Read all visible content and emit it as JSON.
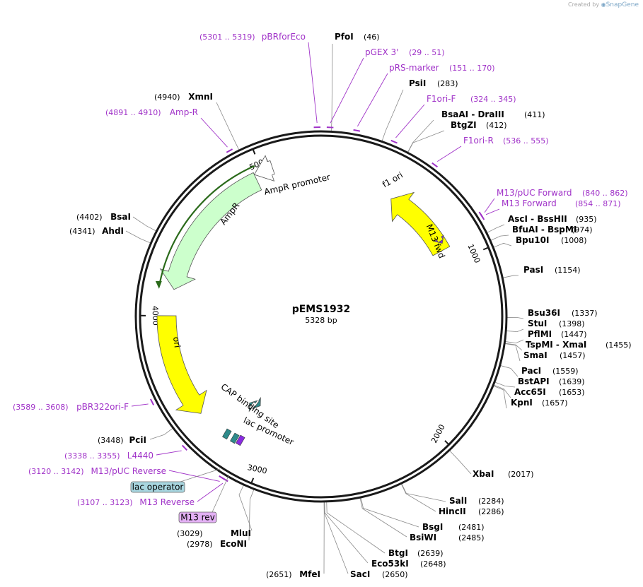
{
  "credit": {
    "prefix": "Created by",
    "brand": "SnapGene"
  },
  "plasmid": {
    "name": "pEMS1932",
    "length": 5328,
    "length_label": "5328 bp"
  },
  "colors": {
    "primer": "#a032c8",
    "backbone": "#1a1a1a",
    "f1ori": "#ffff00",
    "ori": "#ffff00",
    "ampr": "#ccffcc",
    "amprpromoter": "#ffffff",
    "cap": "#2e8b8b",
    "lac": "#2e8b8b",
    "m13": "#8a2be2",
    "primer_box": "#e3b0f4",
    "lac_op_box": "#a8d6e0"
  },
  "ticks": [
    {
      "pos": 1000,
      "label": "1000"
    },
    {
      "pos": 2000,
      "label": "2000"
    },
    {
      "pos": 3000,
      "label": "3000"
    },
    {
      "pos": 4000,
      "label": "4000"
    },
    {
      "pos": 5000,
      "label": "5000"
    }
  ],
  "features": [
    {
      "id": "f1ori",
      "label": "f1 ori",
      "start": 454,
      "end": 909,
      "dir": -1,
      "color": "#ffff00",
      "label_inside": true
    },
    {
      "id": "ampr",
      "label": "AmpR",
      "start": 4150,
      "end": 4955,
      "dir": -1,
      "color": "#ccffcc",
      "label_inside": true
    },
    {
      "id": "amprpromoter",
      "label": "AmpR promoter",
      "start": 4955,
      "end": 5060,
      "dir": -1,
      "color": "#ffffff",
      "label_inside": true
    },
    {
      "id": "ori",
      "label": "ori",
      "start": 3420,
      "end": 4000,
      "dir": -1,
      "color": "#ffff00",
      "label_inside": true
    },
    {
      "id": "m13fwd",
      "label": "M13 fwd",
      "start": 854,
      "end": 871,
      "dir": 1,
      "color": "#8a2be2",
      "label_inside": true
    },
    {
      "id": "cap",
      "label": "CAP binding site",
      "start": 3230,
      "end": 3250,
      "dir": 1,
      "color": "#2e8b8b",
      "label_inside": true
    },
    {
      "id": "lacpromoter",
      "label": "lac promoter",
      "start": 3170,
      "end": 3200,
      "dir": -1,
      "color": "#2e8b8b",
      "label_inside": true
    }
  ],
  "enzymes": [
    {
      "name": "PfoI",
      "pos": 46,
      "pos_label": "(46)"
    },
    {
      "name": "PsiI",
      "pos": 283,
      "pos_label": "(283)"
    },
    {
      "name": "BsaAI - DraIII",
      "pos": 411,
      "pos_label": "(411)"
    },
    {
      "name": "BtgZI",
      "pos": 412,
      "pos_label": "(412)"
    },
    {
      "name": "AscI - BssHII",
      "pos": 935,
      "pos_label": "(935)"
    },
    {
      "name": "BfuAI - BspMI",
      "pos": 974,
      "pos_label": "(974)"
    },
    {
      "name": "Bpu10I",
      "pos": 1008,
      "pos_label": "(1008)"
    },
    {
      "name": "PasI",
      "pos": 1154,
      "pos_label": "(1154)"
    },
    {
      "name": "Bsu36I",
      "pos": 1337,
      "pos_label": "(1337)"
    },
    {
      "name": "StuI",
      "pos": 1398,
      "pos_label": "(1398)"
    },
    {
      "name": "PflMI",
      "pos": 1447,
      "pos_label": "(1447)"
    },
    {
      "name": "TspMI - XmaI",
      "pos": 1455,
      "pos_label": "(1455)"
    },
    {
      "name": "SmaI",
      "pos": 1457,
      "pos_label": "(1457)"
    },
    {
      "name": "PacI",
      "pos": 1559,
      "pos_label": "(1559)"
    },
    {
      "name": "BstAPI",
      "pos": 1639,
      "pos_label": "(1639)"
    },
    {
      "name": "Acc65I",
      "pos": 1653,
      "pos_label": "(1653)"
    },
    {
      "name": "KpnI",
      "pos": 1657,
      "pos_label": "(1657)"
    },
    {
      "name": "XbaI",
      "pos": 2017,
      "pos_label": "(2017)"
    },
    {
      "name": "SalI",
      "pos": 2284,
      "pos_label": "(2284)"
    },
    {
      "name": "HincII",
      "pos": 2286,
      "pos_label": "(2286)"
    },
    {
      "name": "BsgI",
      "pos": 2481,
      "pos_label": "(2481)"
    },
    {
      "name": "BsiWI",
      "pos": 2485,
      "pos_label": "(2485)"
    },
    {
      "name": "BtgI",
      "pos": 2639,
      "pos_label": "(2639)"
    },
    {
      "name": "Eco53kI",
      "pos": 2648,
      "pos_label": "(2648)"
    },
    {
      "name": "SacI",
      "pos": 2650,
      "pos_label": "(2650)"
    },
    {
      "name": "MfeI",
      "pos": 2651,
      "pos_label": "(2651)"
    },
    {
      "name": "EcoNI",
      "pos": 2978,
      "pos_label": "(2978)"
    },
    {
      "name": "MluI",
      "pos": 3029,
      "pos_label": "(3029)"
    },
    {
      "name": "PciI",
      "pos": 3448,
      "pos_label": "(3448)"
    },
    {
      "name": "AhdI",
      "pos": 4341,
      "pos_label": "(4341)"
    },
    {
      "name": "BsaI",
      "pos": 4402,
      "pos_label": "(4402)"
    },
    {
      "name": "XmnI",
      "pos": 4940,
      "pos_label": "(4940)"
    }
  ],
  "primers": [
    {
      "name": "pBRforEco",
      "range": "(5301 .. 5319)",
      "pos": 5310
    },
    {
      "name": "pGEX 3'",
      "range": "(29 .. 51)",
      "pos": 40
    },
    {
      "name": "pRS-marker",
      "range": "(151 .. 170)",
      "pos": 160
    },
    {
      "name": "F1ori-F",
      "range": "(324 .. 345)",
      "pos": 335
    },
    {
      "name": "F1ori-R",
      "range": "(536 .. 555)",
      "pos": 545
    },
    {
      "name": "M13/pUC Forward",
      "range": "(840 .. 862)",
      "pos": 851
    },
    {
      "name": "M13 Forward",
      "range": "(854 .. 871)",
      "pos": 862
    },
    {
      "name": "Amp-R",
      "range": "(4891 .. 4910)",
      "pos": 4900
    },
    {
      "name": "pBR322ori-F",
      "range": "(3589 .. 3608)",
      "pos": 3598
    },
    {
      "name": "L4440",
      "range": "(3338 .. 3355)",
      "pos": 3346
    },
    {
      "name": "M13/pUC Reverse",
      "range": "(3120 .. 3142)",
      "pos": 3131
    },
    {
      "name": "M13 Reverse",
      "range": "(3107 .. 3123)",
      "pos": 3115
    }
  ],
  "boxes": [
    {
      "name": "lac operator",
      "pos": 3160,
      "fill": "#a8d6e0"
    },
    {
      "name": "M13 rev",
      "pos": 3110,
      "fill": "#e3b0f4"
    }
  ]
}
